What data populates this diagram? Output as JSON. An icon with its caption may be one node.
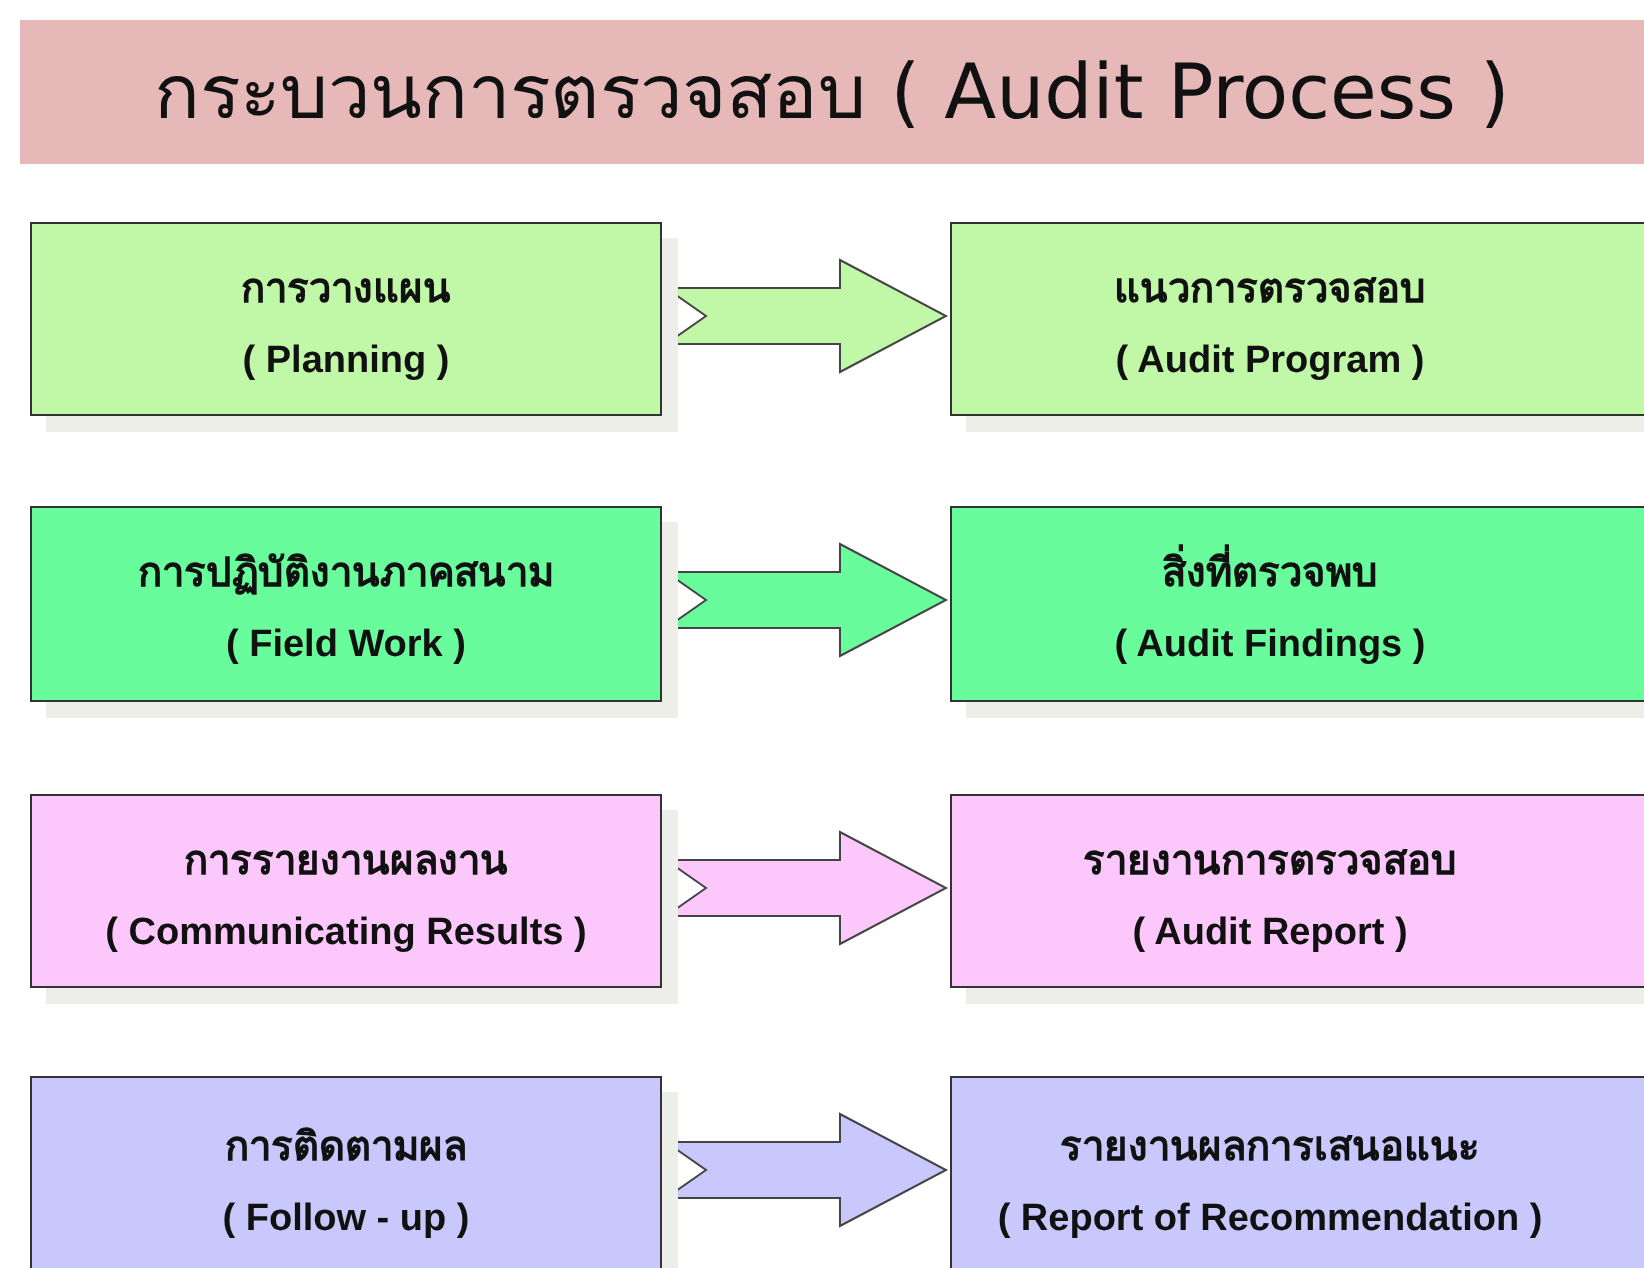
{
  "diagram": {
    "title": "กระบวนการตรวจสอบ  ( Audit Process )",
    "nodes": [
      {
        "text": [
          "การวางแผน",
          "( Planning )"
        ]
      },
      {
        "text": [
          "แนวการตรวจสอบ",
          "( Audit Program )"
        ]
      },
      {
        "text": [
          "การปฏิบัติงานภาคสนาม",
          "( Field Work )"
        ]
      },
      {
        "text": [
          "สิ่งที่ตรวจพบ",
          "( Audit Findings )"
        ]
      },
      {
        "text": [
          "การรายงานผลงาน",
          "( Communicating Results )"
        ]
      },
      {
        "text": [
          "รายงานการตรวจสอบ",
          "( Audit Report )"
        ]
      },
      {
        "text": [
          "การติดตามผล",
          "( Follow - up )"
        ]
      },
      {
        "text": [
          "รายงานผลการเสนอแนะ",
          "( Report of Recommendation )"
        ]
      }
    ],
    "edges": [
      {
        "from": 0,
        "to": 1,
        "arrow": "to"
      },
      {
        "from": 2,
        "to": 3,
        "arrow": "to"
      },
      {
        "from": 4,
        "to": 5,
        "arrow": "to"
      },
      {
        "from": 6,
        "to": 7,
        "arrow": "to"
      }
    ]
  }
}
